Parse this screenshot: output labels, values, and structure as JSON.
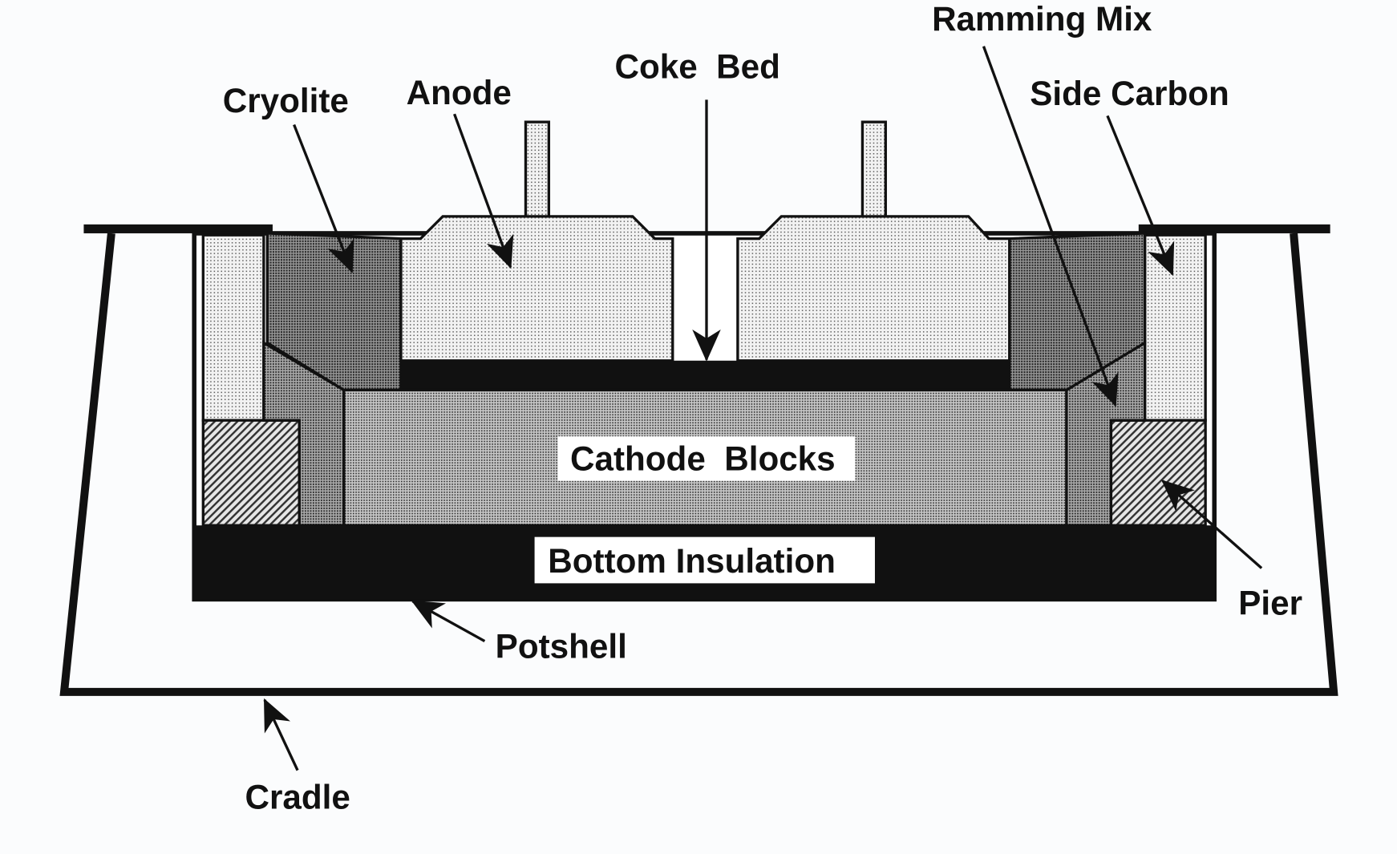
{
  "labels": {
    "ramming_mix": "Ramming Mix",
    "coke_bed": "Coke  Bed",
    "side_carbon": "Side Carbon",
    "cryolite": "Cryolite",
    "anode": "Anode",
    "cathode_blocks": "Cathode  Blocks",
    "bottom_insulation": "Bottom Insulation",
    "pier": "Pier",
    "potshell": "Potshell",
    "cradle": "Cradle"
  },
  "colors": {
    "ink": "#111111",
    "background": "#fbfcfd"
  }
}
